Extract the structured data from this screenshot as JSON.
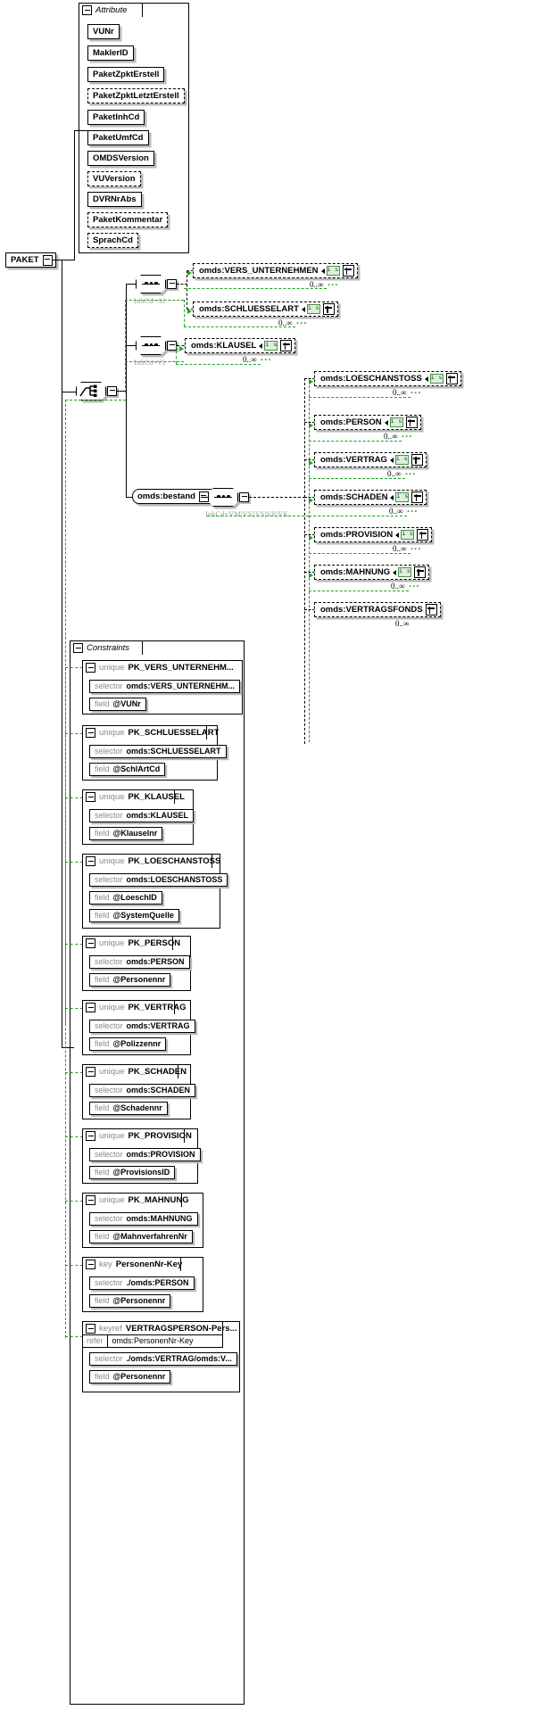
{
  "root": {
    "label": "PAKET"
  },
  "attribute_panel": {
    "title": "Attribute",
    "attributes": [
      {
        "name": "VUNr",
        "optional": false
      },
      {
        "name": "MaklerID",
        "optional": false
      },
      {
        "name": "PaketZpktErstell",
        "optional": false
      },
      {
        "name": "PaketZpktLetztErstell",
        "optional": true
      },
      {
        "name": "PaketInhCd",
        "optional": false
      },
      {
        "name": "PaketUmfCd",
        "optional": false
      },
      {
        "name": "OMDSVersion",
        "optional": false
      },
      {
        "name": "VUVersion",
        "optional": true
      },
      {
        "name": "DVRNrAbs",
        "optional": false
      },
      {
        "name": "PaketKommentar",
        "optional": true
      },
      {
        "name": "SprachCd",
        "optional": true
      }
    ]
  },
  "content_model": {
    "choice_label": "choice",
    "branches": [
      {
        "compositor": "sequence",
        "annotation": "InhCd=AI",
        "elements": [
          {
            "name": "omds:VERS_UNTERNEHMEN",
            "badge": "i s",
            "cardinality": "0..∞"
          },
          {
            "name": "omds:SCHLUESSELART",
            "badge": "i s",
            "cardinality": "0..∞"
          }
        ]
      },
      {
        "compositor": "sequence",
        "annotation": "InhCd=VI",
        "elements": [
          {
            "name": "omds:KLAUSEL",
            "badge": "i s",
            "cardinality": "0..∞"
          }
        ]
      },
      {
        "compositor": "element-sequence",
        "element_label": "omds:bestand",
        "annotation": "InhCd=VM|VV|VS|VP|VK",
        "elements": [
          {
            "name": "omds:LOESCHANSTOSS",
            "badge": "i s",
            "cardinality": "0..∞"
          },
          {
            "name": "omds:PERSON",
            "badge": "i s",
            "cardinality": "0..∞"
          },
          {
            "name": "omds:VERTRAG",
            "badge": "i s",
            "cardinality": "0..∞"
          },
          {
            "name": "omds:SCHADEN",
            "badge": "i s",
            "cardinality": "0..∞"
          },
          {
            "name": "omds:PROVISION",
            "badge": "i s",
            "cardinality": "0..∞"
          },
          {
            "name": "omds:MAHNUNG",
            "badge": "i s",
            "cardinality": "0..∞"
          },
          {
            "name": "omds:VERTRAGSFONDS",
            "badge": "",
            "cardinality": "0..∞"
          }
        ]
      }
    ]
  },
  "constraints_panel": {
    "title": "Constraints",
    "labels": {
      "selector": "selector",
      "field": "field",
      "refer": "refer"
    },
    "items": [
      {
        "kind": "unique",
        "name": "PK_VERS_UNTERNEHM...",
        "selector": "omds:VERS_UNTERNEHM...",
        "field": "@VUNr"
      },
      {
        "kind": "unique",
        "name": "PK_SCHLUESSELART",
        "selector": "omds:SCHLUESSELART",
        "field": "@SchlArtCd"
      },
      {
        "kind": "unique",
        "name": "PK_KLAUSEL",
        "selector": "omds:KLAUSEL",
        "field": "@Klauselnr"
      },
      {
        "kind": "unique",
        "name": "PK_LOESCHANSTOSS",
        "selector": "omds:LOESCHANSTOSS",
        "field": "@LoeschID",
        "field2": "@SystemQuelle"
      },
      {
        "kind": "unique",
        "name": "PK_PERSON",
        "selector": "omds:PERSON",
        "field": "@Personennr"
      },
      {
        "kind": "unique",
        "name": "PK_VERTRAG",
        "selector": "omds:VERTRAG",
        "field": "@Polizzennr"
      },
      {
        "kind": "unique",
        "name": "PK_SCHADEN",
        "selector": "omds:SCHADEN",
        "field": "@Schadennr"
      },
      {
        "kind": "unique",
        "name": "PK_PROVISION",
        "selector": "omds:PROVISION",
        "field": "@ProvisionsID"
      },
      {
        "kind": "unique",
        "name": "PK_MAHNUNG",
        "selector": "omds:MAHNUNG",
        "field": "@MahnverfahrenNr"
      },
      {
        "kind": "key",
        "name": "PersonenNr-Key",
        "selector": "./omds:PERSON",
        "field": "@Personennr"
      },
      {
        "kind": "keyref",
        "name": "VERTRAGSPERSON-Pers...",
        "refer": "omds:PersonenNr-Key",
        "selector": "./omds:VERTRAG/omds:V...",
        "field": "@Personennr"
      }
    ]
  },
  "colors": {
    "line": "#000000",
    "green": "#19a319",
    "shadow": "#b9b9b9",
    "muted": "#8a8a8a"
  }
}
